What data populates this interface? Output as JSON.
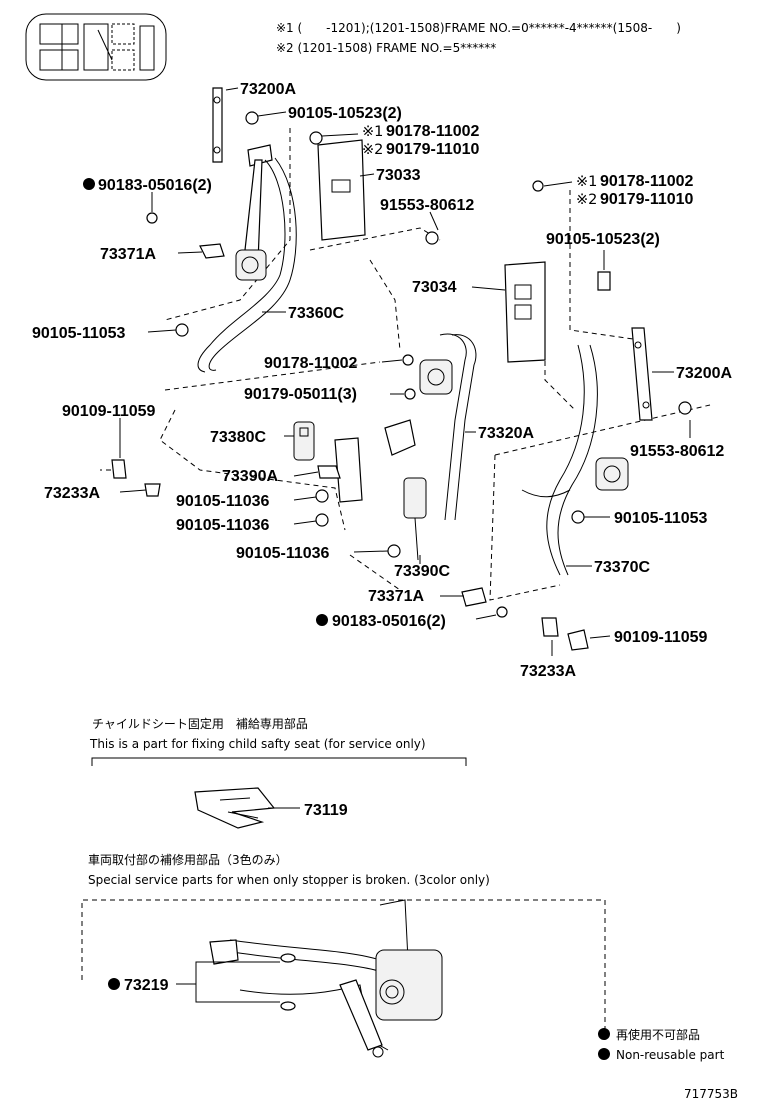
{
  "header": {
    "note1": "※1 (　　-1201);(1201-1508)FRAME NO.=0******-4******(1508-　　)",
    "note2": "※2 (1201-1508) FRAME NO.=5******"
  },
  "callouts": {
    "p73200A_top": "73200A",
    "p90105_10523_left": "90105-10523(2)",
    "p90178_11002_top": "90178-11002",
    "p90179_11010_top": "90179-11010",
    "p73033": "73033",
    "p90183_05016_left": "90183-05016(2)",
    "p91553_80612_top": "91553-80612",
    "p73371A_left": "73371A",
    "p73034": "73034",
    "p73360C": "73360C",
    "p90105_11053_left": "90105-11053",
    "p90178_11002_mid": "90178-11002",
    "p90179_05011": "90179-05011(3)",
    "p90109_11059_left": "90109-11059",
    "p73380C": "73380C",
    "p73320A": "73320A",
    "p73390A": "73390A",
    "p73233A_left": "73233A",
    "p90105_11036_a": "90105-11036",
    "p90105_11036_b": "90105-11036",
    "p90105_11036_c": "90105-11036",
    "p73390C": "73390C",
    "p73371A_mid": "73371A",
    "p90183_05016_mid": "90183-05016(2)",
    "p90178_11002_right": "90178-11002",
    "p90179_11010_right": "90179-11010",
    "p90105_10523_right": "90105-10523(2)",
    "p73200A_right": "73200A",
    "p91553_80612_right": "91553-80612",
    "p90105_11053_right": "90105-11053",
    "p73370C": "73370C",
    "p90109_11059_right": "90109-11059",
    "p73233A_right": "73233A",
    "m1": "※1",
    "m2": "※2",
    "m3": "※1",
    "m4": "※2"
  },
  "child_seat": {
    "title_jp": "チャイルドシート固定用　補給専用部品",
    "title_en": "This is a part for fixing child safty seat (for service only)",
    "part": "73119"
  },
  "stopper": {
    "title_jp": "車両取付部の補修用部品（3色のみ）",
    "title_en": "Special service parts for when only stopper is broken. (3color only)",
    "part": "73219"
  },
  "legend": {
    "jp": "再使用不可部品",
    "en": "Non-reusable part"
  },
  "figure_id": "717753B"
}
